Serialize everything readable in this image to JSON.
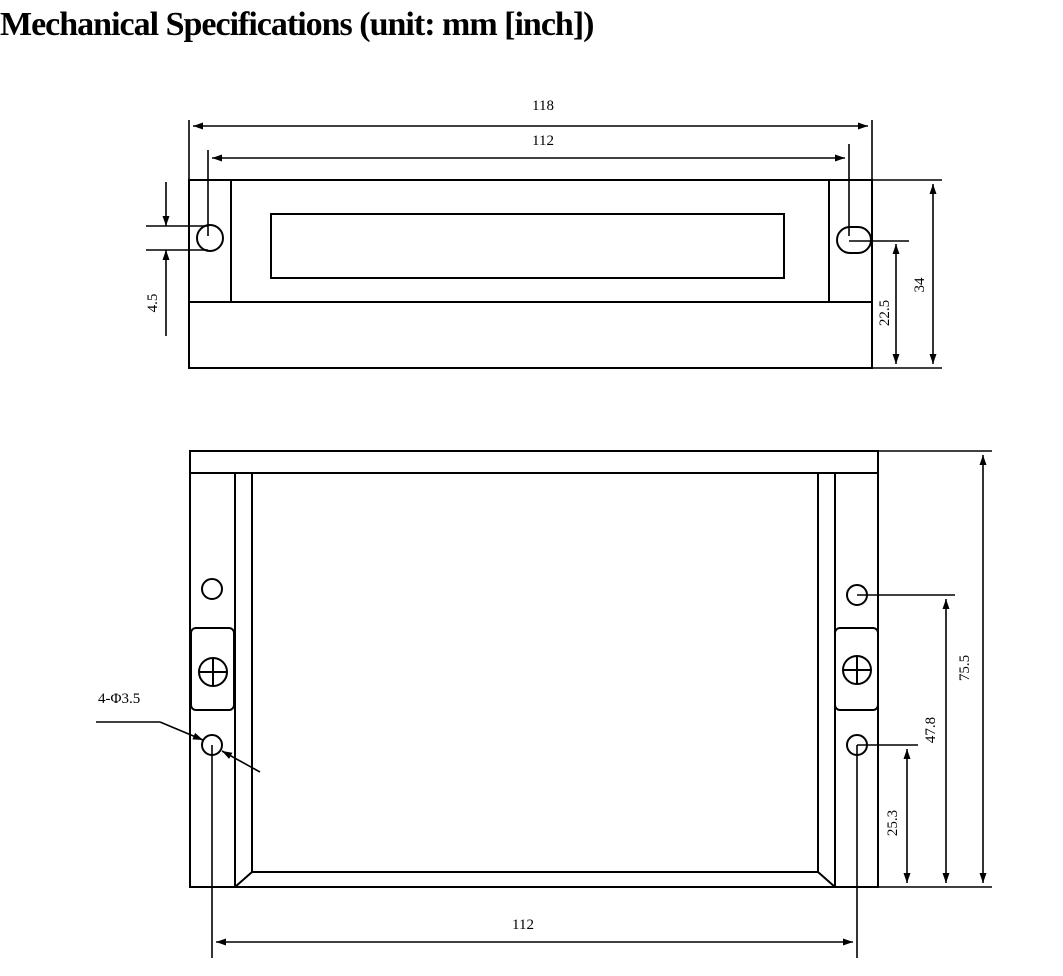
{
  "title": "Mechanical Specifications (unit: mm [inch])",
  "top_view": {
    "overall_width": "118",
    "hole_spacing": "112",
    "slot_width": "4.5",
    "hole_height": "22.5",
    "overall_height": "34"
  },
  "front_view": {
    "overall_height": "75.5",
    "upper_hole_height": "47.8",
    "lower_hole_height": "25.3",
    "hole_spec": "4-Φ3.5",
    "hole_spacing": "112"
  }
}
